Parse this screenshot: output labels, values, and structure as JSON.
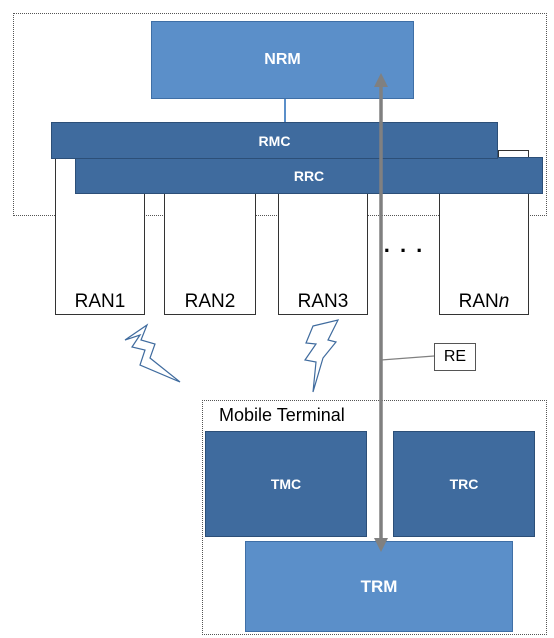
{
  "network": {
    "nrm": "NRM",
    "rmc": "RMC",
    "rrc": "RRC"
  },
  "rans": [
    {
      "label": "RAN1"
    },
    {
      "label": "RAN2"
    },
    {
      "label": "RAN3"
    },
    {
      "label_prefix": "RAN",
      "label_italic": "n"
    }
  ],
  "ellipsis": ". . .",
  "link_label": "RE",
  "terminal": {
    "title": "Mobile Terminal",
    "tmc": "TMC",
    "trc": "TRC",
    "trm": "TRM"
  },
  "colors": {
    "light_block": "#5b8fc9",
    "dark_block": "#3f6b9e",
    "arrow": "#808080"
  }
}
